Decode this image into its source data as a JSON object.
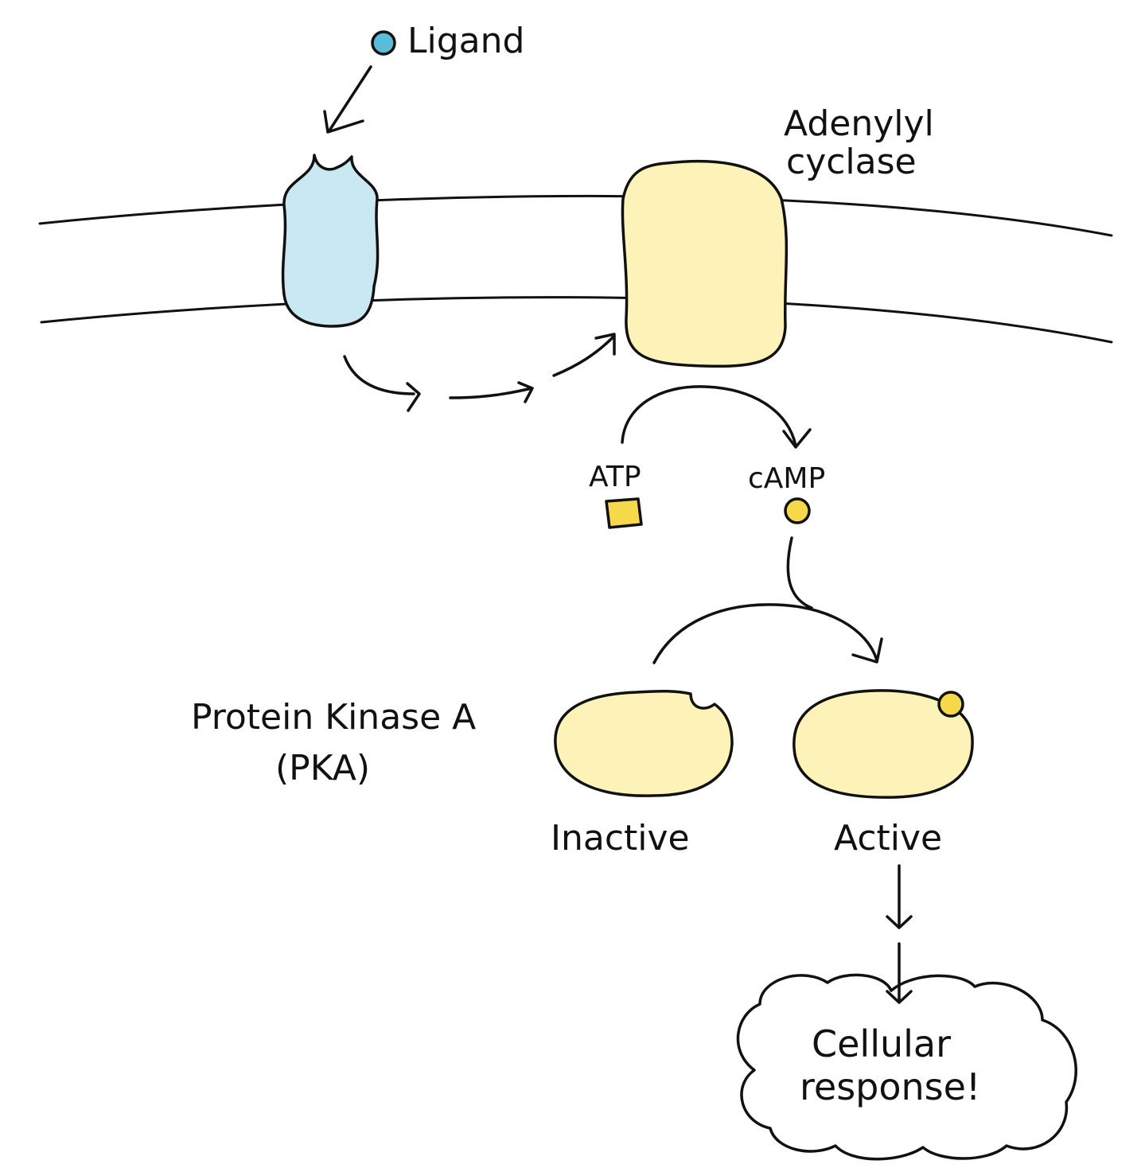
{
  "labels": {
    "ligand": "Ligand",
    "adenylyl_line1": "Adenylyl",
    "adenylyl_line2": "cyclase",
    "atp": "ATP",
    "camp": "cAMP",
    "pka_line1": "Protein Kinase A",
    "pka_line2": "(PKA)",
    "inactive": "Inactive",
    "active": "Active",
    "response_line1": "Cellular",
    "response_line2": "response!"
  },
  "colors": {
    "ligand": "#5bbcd9",
    "receptor": "#c9e8f1",
    "enzyme": "#fdf3b8",
    "atp": "#f5d94a",
    "camp": "#f5d94a",
    "outline": "#111111"
  }
}
